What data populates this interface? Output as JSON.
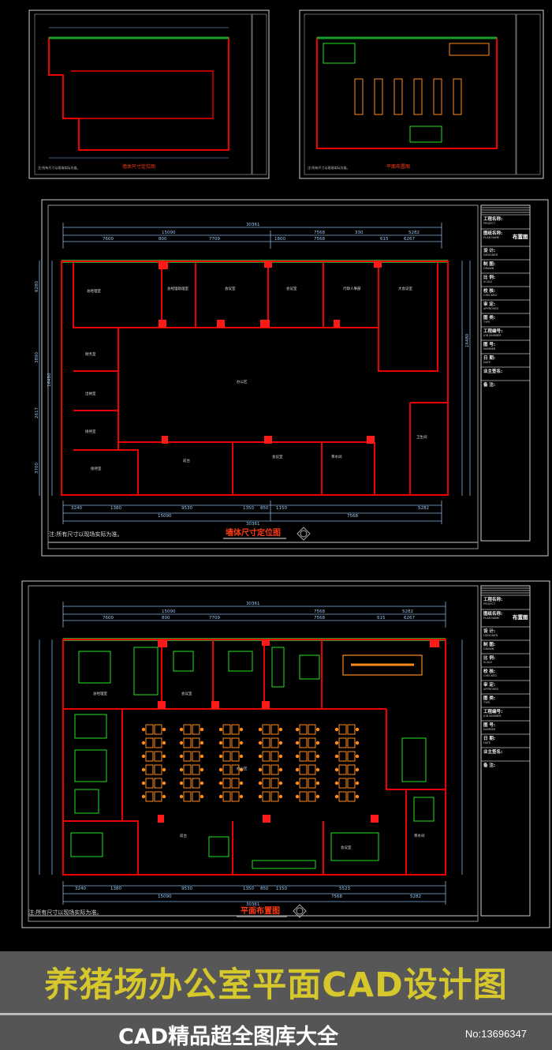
{
  "thumbnails": [
    {
      "title": "墙体尺寸定位图",
      "note": "注:所有尺寸以现场实际为准。"
    },
    {
      "title": "平面布置图",
      "note": "注:所有尺寸以现场实际为准。"
    }
  ],
  "wall_plan": {
    "title": "墙体尺寸定位图",
    "note": "注:所有尺寸以现场实际为准。",
    "top_dims": {
      "overall": "30361",
      "row2": [
        "15090",
        "7568",
        "5282"
      ],
      "row3": [
        "7600",
        "800",
        "7709",
        "1800",
        "7568",
        "330",
        "615",
        "6267"
      ]
    },
    "bottom_dims": {
      "overall": "30361",
      "row2": [
        "15090",
        "7568"
      ],
      "row3": [
        "3240",
        "1380",
        "9530",
        "1350",
        "850",
        "1150",
        "5282"
      ]
    },
    "left_dims": [
      "6280",
      "3890",
      "2617",
      "3700"
    ],
    "total_height": "16480",
    "rooms": [
      "总经理室",
      "总经理助理室",
      "会议室",
      "会议室",
      "行政人事部",
      "大会议室",
      "财务室",
      "出纳室",
      "接待室",
      "办公区",
      "前台",
      "接待室",
      "会议室",
      "茶水间",
      "卫生间"
    ]
  },
  "layout_plan": {
    "title": "平面布置图",
    "note": "注:所有尺寸以现场实际为准。",
    "top_dims": {
      "overall": "30361",
      "row2": [
        "15090",
        "7568",
        "5282"
      ],
      "row3": [
        "7600",
        "800",
        "7709",
        "7568",
        "615",
        "6267"
      ]
    },
    "bottom_dims": {
      "overall": "30361",
      "row2": [
        "15090",
        "7568",
        "5282"
      ],
      "row3": [
        "3240",
        "1380",
        "9530",
        "1350",
        "850",
        "1150",
        "5523"
      ]
    },
    "rooms": [
      "总经理室",
      "会议室",
      "办公区",
      "前台",
      "会议室",
      "茶水间"
    ]
  },
  "title_block": {
    "fields": [
      {
        "cn": "工程名称:",
        "en": "PROJECT",
        "value": ""
      },
      {
        "cn": "图纸名称:",
        "en": "PLAN NAME",
        "value": "布置图"
      },
      {
        "cn": "设 计:",
        "en": "DESIGNER",
        "value": ""
      },
      {
        "cn": "制 图:",
        "en": "DRAWN",
        "value": ""
      },
      {
        "cn": "比 例:",
        "en": "SCALE",
        "value": ""
      },
      {
        "cn": "校 核:",
        "en": "CHECKED",
        "value": ""
      },
      {
        "cn": "审 定:",
        "en": "APPROVED",
        "value": ""
      },
      {
        "cn": "图 类:",
        "en": "TYPE",
        "value": ""
      },
      {
        "cn": "工程编号:",
        "en": "JOB NUMBER",
        "value": ""
      },
      {
        "cn": "图 号:",
        "en": "NUMBER",
        "value": ""
      },
      {
        "cn": "日 期:",
        "en": "DATE",
        "value": ""
      },
      {
        "cn": "业主签名:",
        "en": "",
        "value": ""
      },
      {
        "cn": "备 注:",
        "en": "",
        "value": ""
      }
    ]
  },
  "banner": {
    "title": "养猪场办公室平面CAD设计图",
    "subtitle": "CAD精品超全图库大全",
    "number": "No:13696347"
  },
  "colors": {
    "wall": "#e00000",
    "dimension": "#7fb3e6",
    "furniture": "#22e022",
    "desk": "#ff8a1c",
    "title_red": "#ff3a12",
    "banner_bg": "#575757",
    "banner_text": "#d6c82c"
  }
}
